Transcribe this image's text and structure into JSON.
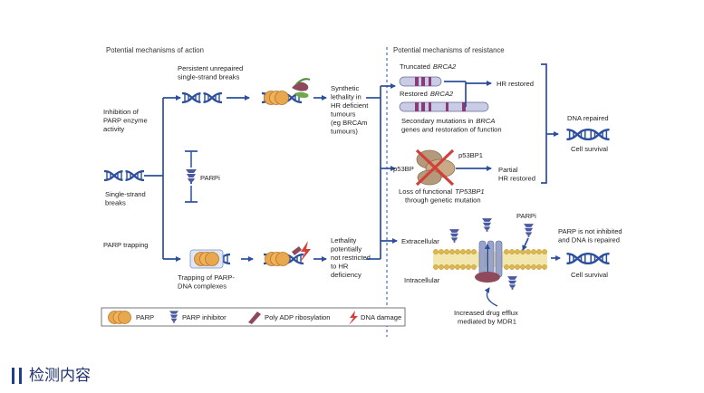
{
  "figure": {
    "left_heading": "Potential mechanisms of action",
    "right_heading": "Potential mechanisms of resistance",
    "left": {
      "persistent": [
        "Persistent unrepaired",
        "single-strand breaks"
      ],
      "inhibition": [
        "Inhibition of",
        "PARP enzyme",
        "activity"
      ],
      "single_strand": [
        "Single-strand",
        "breaks"
      ],
      "parp_trapping": "PARP trapping",
      "parpi": "PARPi",
      "synthetic": [
        "Synthetic",
        "lethality in",
        "HR deficient",
        "tumours",
        "(eg BRCAm",
        "tumours)"
      ],
      "trapping": [
        "Trapping of PARP-",
        "DNA complexes"
      ],
      "lethality": [
        "Lethality",
        "potentially",
        "not restricted",
        "to HR",
        "deficiency"
      ]
    },
    "right": {
      "truncated_prefix": "Truncated",
      "brca2": "BRCA2",
      "restored_prefix": "Restored",
      "hr_restored": "HR restored",
      "secondary": [
        "Secondary mutations in",
        "BRCA"
      ],
      "secondary2": "genes and restoration of function",
      "p53bp1": "p53BP1",
      "p53bp": "p53BP",
      "partial": [
        "Partial",
        "HR restored"
      ],
      "loss": [
        "Loss of functional",
        "TP53BP1"
      ],
      "loss2": "through genetic mutation",
      "dna_repaired": "DNA repaired",
      "cell_survival": "Cell survival",
      "extracellular": "Extracellular",
      "intracellular": "Intracellular",
      "parpi": "PARPi",
      "not_inhibited": [
        "PARP is not inhibited",
        "and DNA is repaired"
      ],
      "cell_survival2": "Cell survival",
      "efflux": [
        "Increased drug efflux",
        "mediated by MDR1"
      ]
    },
    "legend": {
      "parp": "PARP",
      "inhibitor": "PARP inhibitor",
      "ribosylation": "Poly ADP ribosylation",
      "damage": "DNA damage"
    }
  },
  "section": {
    "heading": "检测内容"
  },
  "colors": {
    "arrow": "#2b4f9c",
    "dna": "#2b4f9c",
    "parp": "#e3a24a",
    "inhibitor": "#4a5aa0",
    "ribosylation": "#8e4a5c",
    "damage": "#d2403a",
    "heading_bar": "#1f3e8f"
  }
}
